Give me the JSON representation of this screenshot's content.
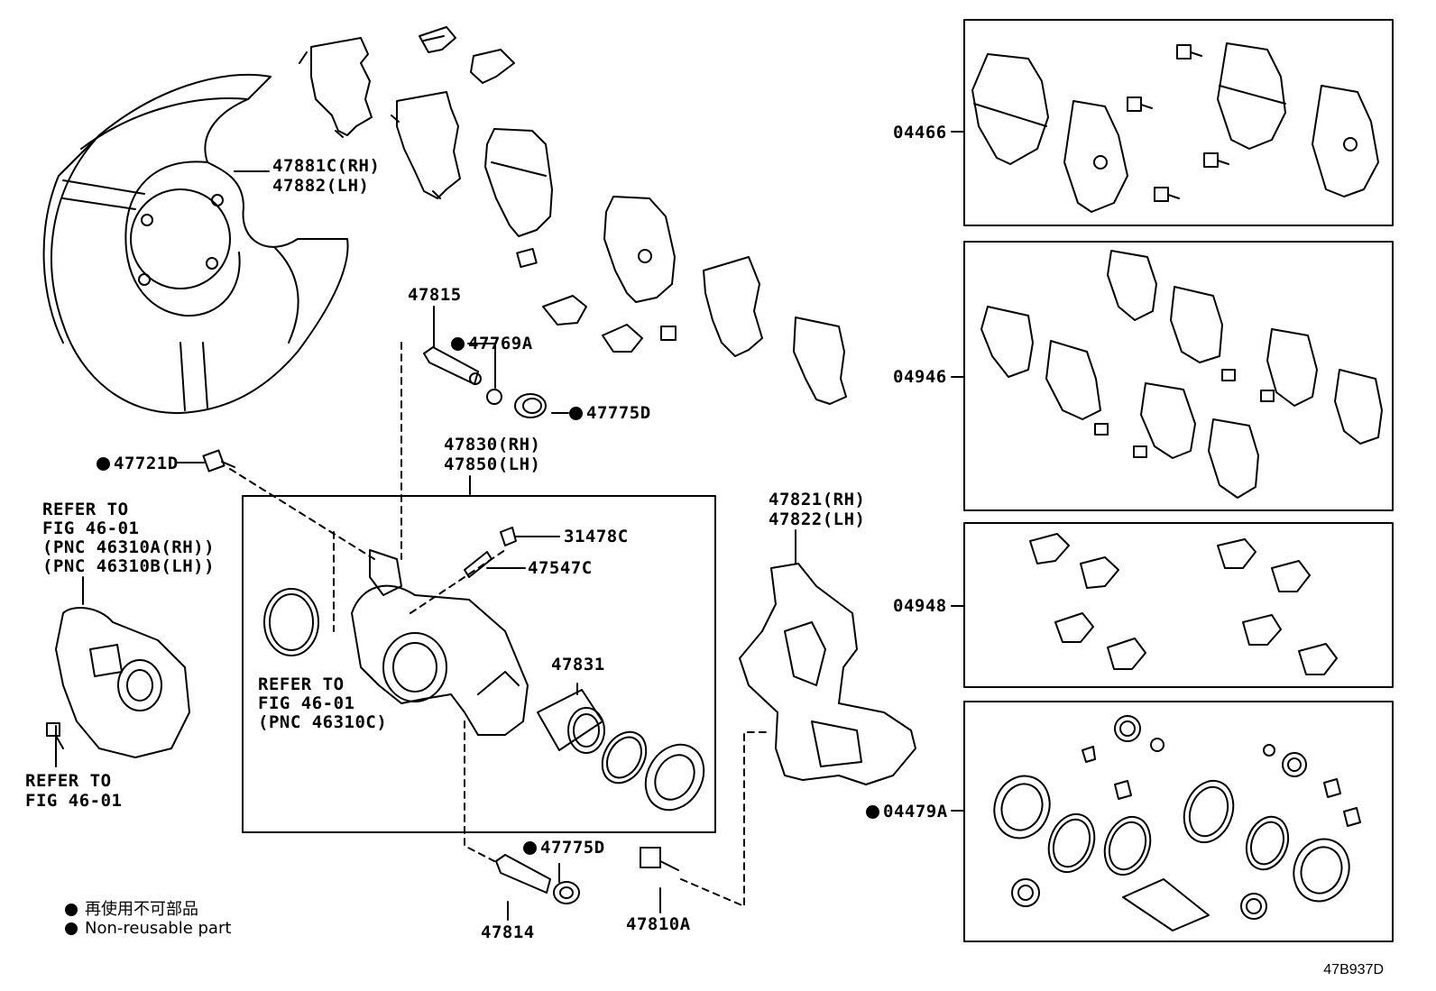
{
  "labels": {
    "p47881": "47881C(RH)",
    "p47882": "47882(LH)",
    "p47815": "47815",
    "p47769": "47769A",
    "p47775a": "47775D",
    "p47721": "47721D",
    "p47830": "47830(RH)",
    "p47850": "47850(LH)",
    "p31478": "31478C",
    "p47547": "47547C",
    "p47821": "47821(RH)",
    "p47822": "47822(LH)",
    "p47831": "47831",
    "p47775b": "47775D",
    "p47814": "47814",
    "p47810": "47810A",
    "k04466": "04466",
    "k04946": "04946",
    "k04948": "04948",
    "k04479": "04479A"
  },
  "refer_motor": [
    "REFER TO",
    "FIG 46-01",
    "(PNC 46310A(RH))",
    "(PNC 46310B(LH))"
  ],
  "refer_seal": [
    "REFER TO",
    "FIG 46-01",
    "(PNC 46310C)"
  ],
  "refer_bolt": [
    "REFER TO",
    "FIG 46-01"
  ],
  "legend": {
    "jp": "再使用不可部品",
    "en": "Non-reusable part"
  },
  "figure_code": "47B937D"
}
